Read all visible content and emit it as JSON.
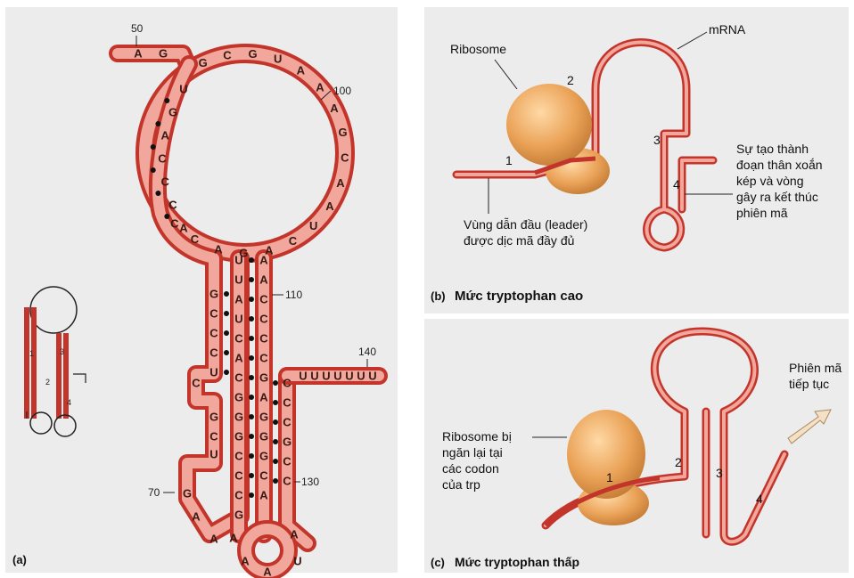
{
  "panel_a": {
    "caption": "(a)",
    "numbers": {
      "n50": "50",
      "n70": "70",
      "n100": "100",
      "n110": "110",
      "n130": "130",
      "n140": "140"
    },
    "mini_labels": {
      "s1": "1",
      "s2": "2",
      "s3": "3",
      "s4": "4"
    },
    "seq": {
      "top": [
        "A",
        "G"
      ],
      "left_strand": [
        "U",
        "G",
        "A",
        "C",
        "C",
        "C",
        "A"
      ],
      "loop": [
        "G",
        "C",
        "G",
        "U",
        "A",
        "A",
        "A",
        "G",
        "C",
        "A",
        "A",
        "U",
        "C",
        "A",
        "G",
        "A",
        "C",
        "C"
      ],
      "left_col": [
        "G",
        "C",
        "C",
        "C",
        "U"
      ],
      "mid_col": [
        "U",
        "U",
        "A",
        "U",
        "C",
        "A",
        "C",
        "G",
        "G",
        "G",
        "C",
        "C",
        "C",
        "G"
      ],
      "right_col": [
        "A",
        "A",
        "C",
        "C",
        "C",
        "C",
        "G",
        "A",
        "G",
        "G",
        "G",
        "C",
        "A"
      ],
      "far_right": [
        "C",
        "C",
        "C",
        "G",
        "C",
        "C"
      ],
      "tail": "UUUUUUU",
      "lower_left": [
        "C",
        "G",
        "C",
        "U",
        "G",
        "A",
        "A",
        "A"
      ],
      "bottom_loop": [
        "A",
        "U",
        "A",
        "A"
      ]
    }
  },
  "panel_b": {
    "caption_letter": "(b)",
    "caption_text": "Mức tryptophan cao",
    "ribosome_label": "Ribosome",
    "mrna_label": "mRNA",
    "regions": {
      "r1": "1",
      "r2": "2",
      "r3": "3",
      "r4": "4"
    },
    "leader_note_1": "Vùng dẫn đầu (leader)",
    "leader_note_2": "được dịc mã đầy đủ",
    "term_note_1": "Sự tạo thành",
    "term_note_2": "đoạn thân xoắn",
    "term_note_3": "kép và vòng",
    "term_note_4": "gây ra kết thúc",
    "term_note_5": "phiên mã"
  },
  "panel_c": {
    "caption_letter": "(c)",
    "caption_text": "Mức tryptophan thấp",
    "stall_note_1": "Ribosome bị",
    "stall_note_2": "ngăn lại tại",
    "stall_note_3": "các codon",
    "stall_note_4": "của trp",
    "regions": {
      "r1": "1",
      "r2": "2",
      "r3": "3",
      "r4": "4"
    },
    "continue_note_1": "Phiên mã",
    "continue_note_2": "tiếp tục"
  },
  "colors": {
    "rna_dark": "#c3352b",
    "rna_light": "#f1a79c",
    "ribosome": "#e8a050",
    "panel_bg": "#ececec"
  }
}
